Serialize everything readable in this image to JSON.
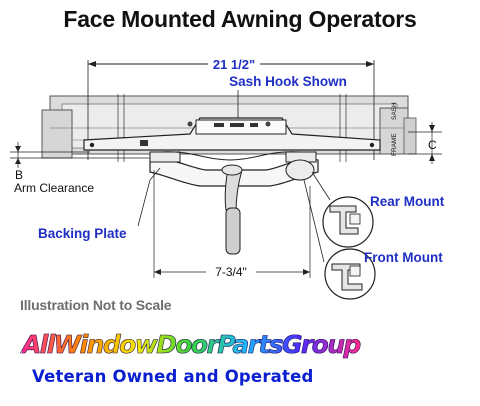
{
  "title": "Face Mounted Awning Operators",
  "labels": {
    "overall_length": "21 1/2\"",
    "sash_hook": "Sash Hook Shown",
    "sash": "SASH",
    "frame": "FRAME",
    "dim_c": "C",
    "dim_b": "B",
    "arm_clearance": "Arm Clearance",
    "backing_plate": "Backing Plate",
    "rear_mount": "Rear Mount",
    "front_mount": "Front Mount",
    "base_length": "7-3/4\""
  },
  "note": "Illustration Not to Scale",
  "brand": "AllWindowDoorPartsGroup",
  "tagline": "Veteran Owned and Operated",
  "colors": {
    "label_blue": "#1f2fc4",
    "tagline_blue": "#0a1fd0",
    "frame_gray": "#d9d9d9",
    "line": "#222222"
  }
}
